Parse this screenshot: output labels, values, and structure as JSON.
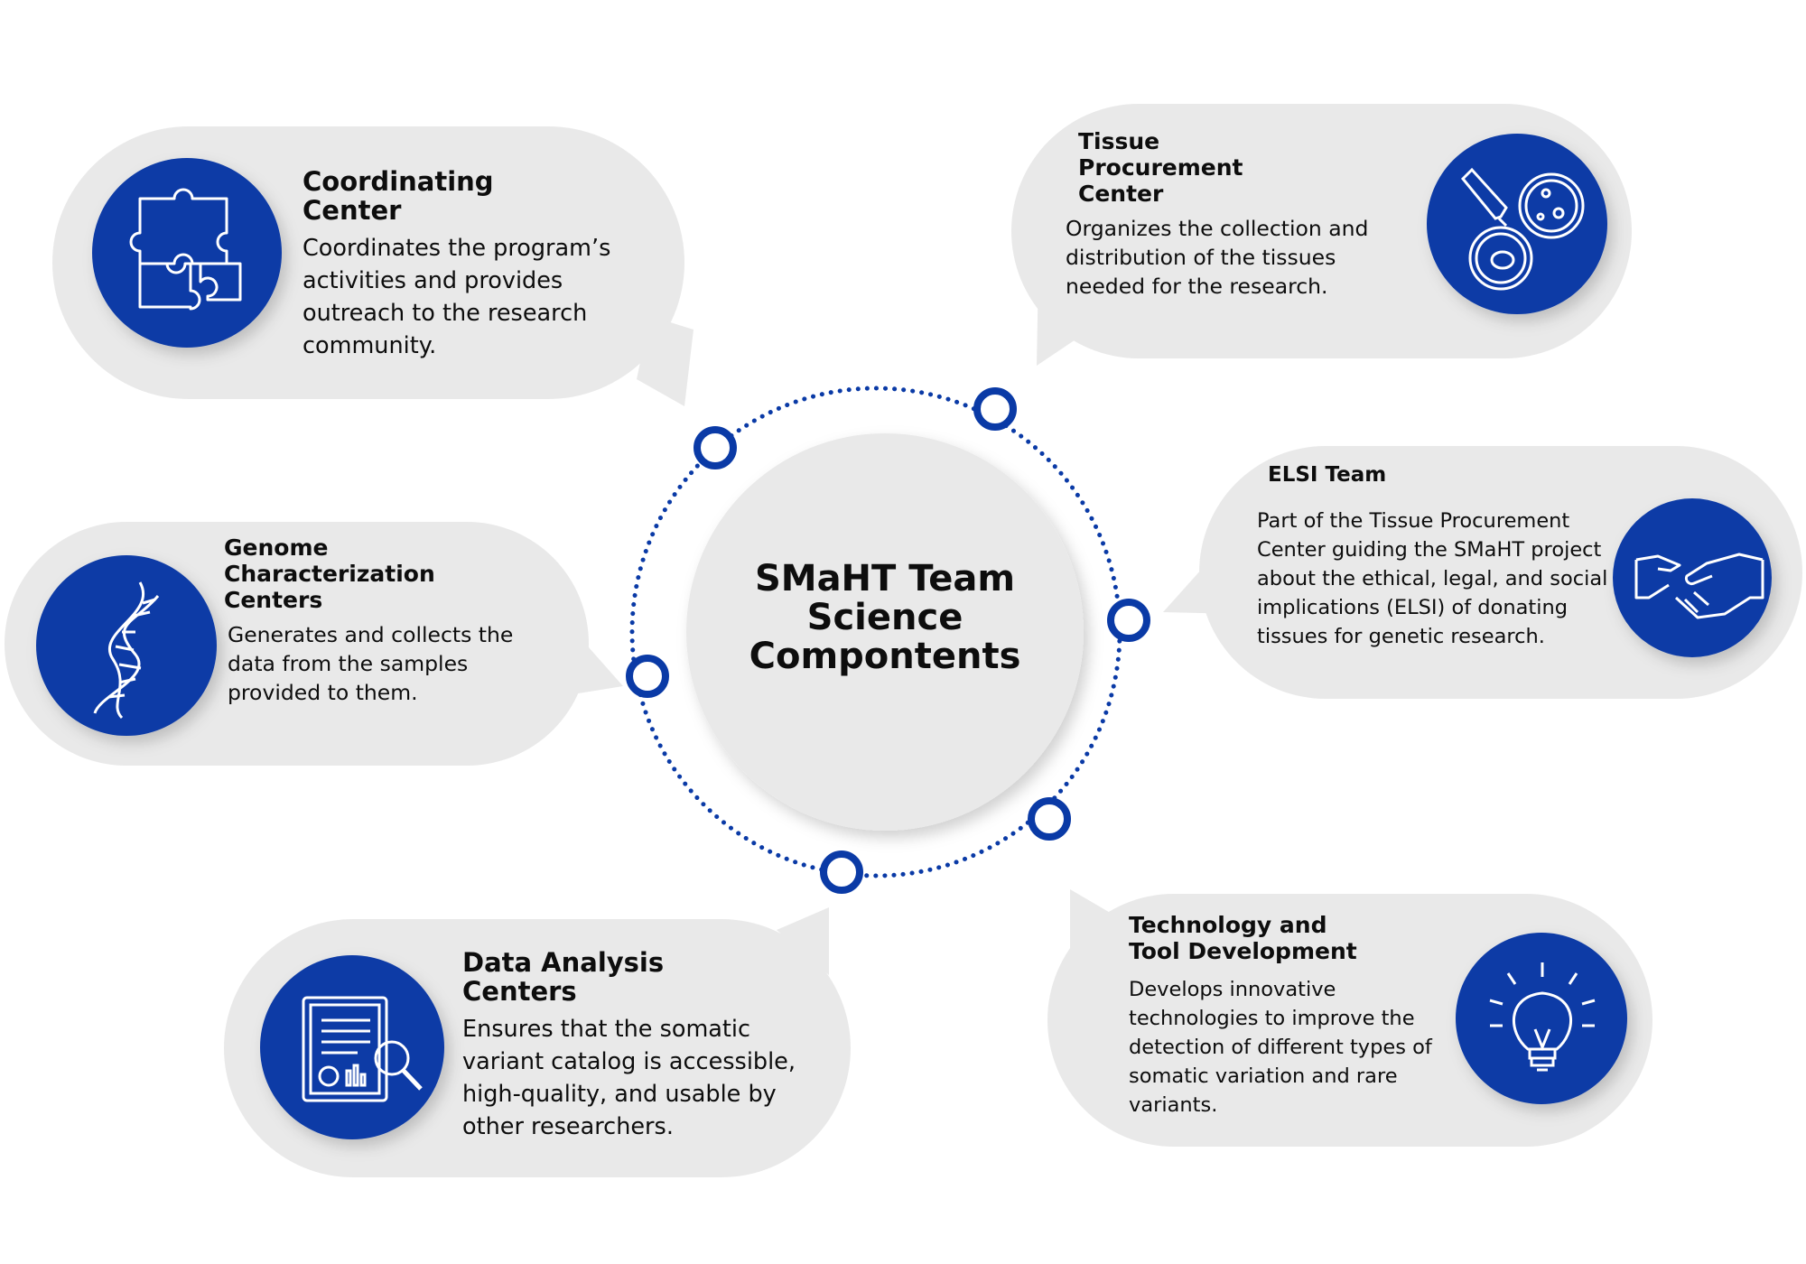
{
  "center": {
    "title": "SMaHT Team Science Compontents"
  },
  "components": [
    {
      "id": "coordinating",
      "title": "Coordinating Center",
      "description": "Coordinates the program’s activities and provides outreach to the research community.",
      "icon": "puzzle-icon"
    },
    {
      "id": "tissue",
      "title": "Tissue Procurement Center",
      "description": "Organizes the collection and distribution of the tissues needed for the research.",
      "icon": "petri-dish-dropper-icon"
    },
    {
      "id": "elsi",
      "title": "ELSI Team",
      "description": "Part of the Tissue Procurement Center guiding the SMaHT project about the ethical, legal, and social implications (ELSI) of donating tissues for genetic research.",
      "icon": "handshake-icon"
    },
    {
      "id": "genome",
      "title": "Genome Characterization Centers",
      "description": "Generates and collects the data from the samples provided to them.",
      "icon": "dna-icon"
    },
    {
      "id": "data-analysis",
      "title": "Data Analysis Centers",
      "description": "Ensures that the somatic variant catalog is accessible, high-quality, and usable by other researchers.",
      "icon": "report-magnifier-icon"
    },
    {
      "id": "technology",
      "title": "Technology and Tool Development",
      "description": "Develops innovative technologies to improve the detection of different types of somatic variation and rare variants.",
      "icon": "lightbulb-icon"
    }
  ],
  "colors": {
    "primary_blue": "#0a3aa6",
    "bubble_gray": "#e9e9e9",
    "text": "#0d0d0d"
  }
}
